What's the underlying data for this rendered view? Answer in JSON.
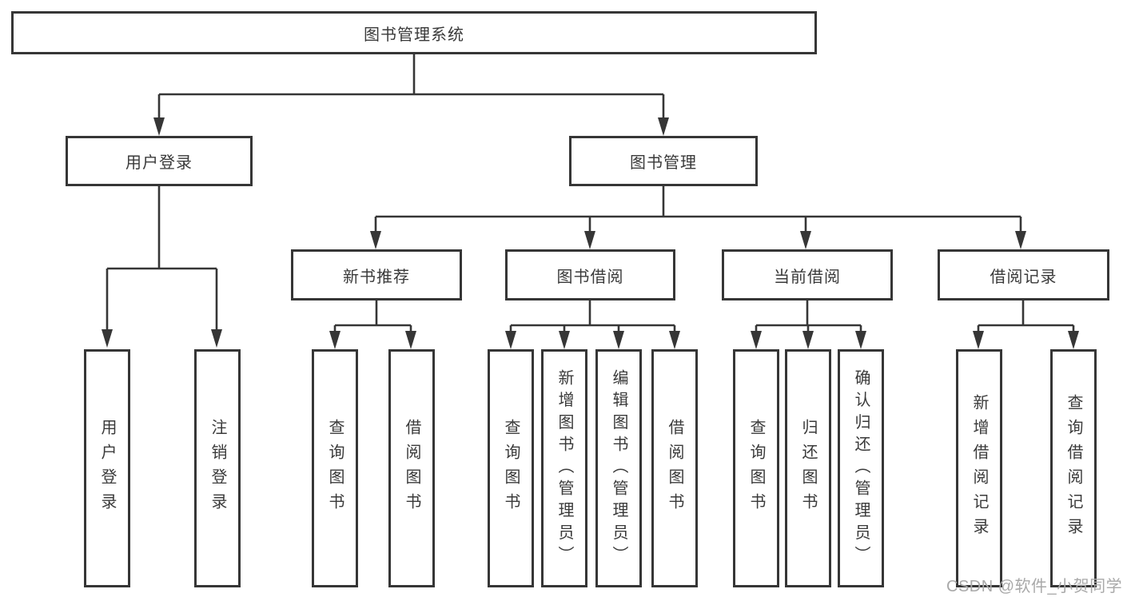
{
  "tree": {
    "label": "图书管理系统",
    "children": [
      {
        "label": "用户登录",
        "children": [
          {
            "label": "用户登录"
          },
          {
            "label": "注销登录"
          }
        ]
      },
      {
        "label": "图书管理",
        "children": [
          {
            "label": "新书推荐",
            "children": [
              {
                "label": "查询图书"
              },
              {
                "label": "借阅图书"
              }
            ]
          },
          {
            "label": "图书借阅",
            "children": [
              {
                "label": "查询图书"
              },
              {
                "label": "新增图书（管理员）"
              },
              {
                "label": "编辑图书（管理员）"
              },
              {
                "label": "借阅图书"
              }
            ]
          },
          {
            "label": "当前借阅",
            "children": [
              {
                "label": "查询图书"
              },
              {
                "label": "归还图书"
              },
              {
                "label": "确认归还（管理员）"
              }
            ]
          },
          {
            "label": "借阅记录",
            "children": [
              {
                "label": "新增借阅记录"
              },
              {
                "label": "查询借阅记录"
              }
            ]
          }
        ]
      }
    ]
  },
  "watermark": {
    "text": "CSDN @软件_小贺同学"
  },
  "colors": {
    "background": "#ffffff",
    "box_fill": "#ffffff",
    "box_border": "#363636",
    "line": "#363636",
    "text": "#3a3a3a",
    "watermark": "#a9a9a9"
  }
}
